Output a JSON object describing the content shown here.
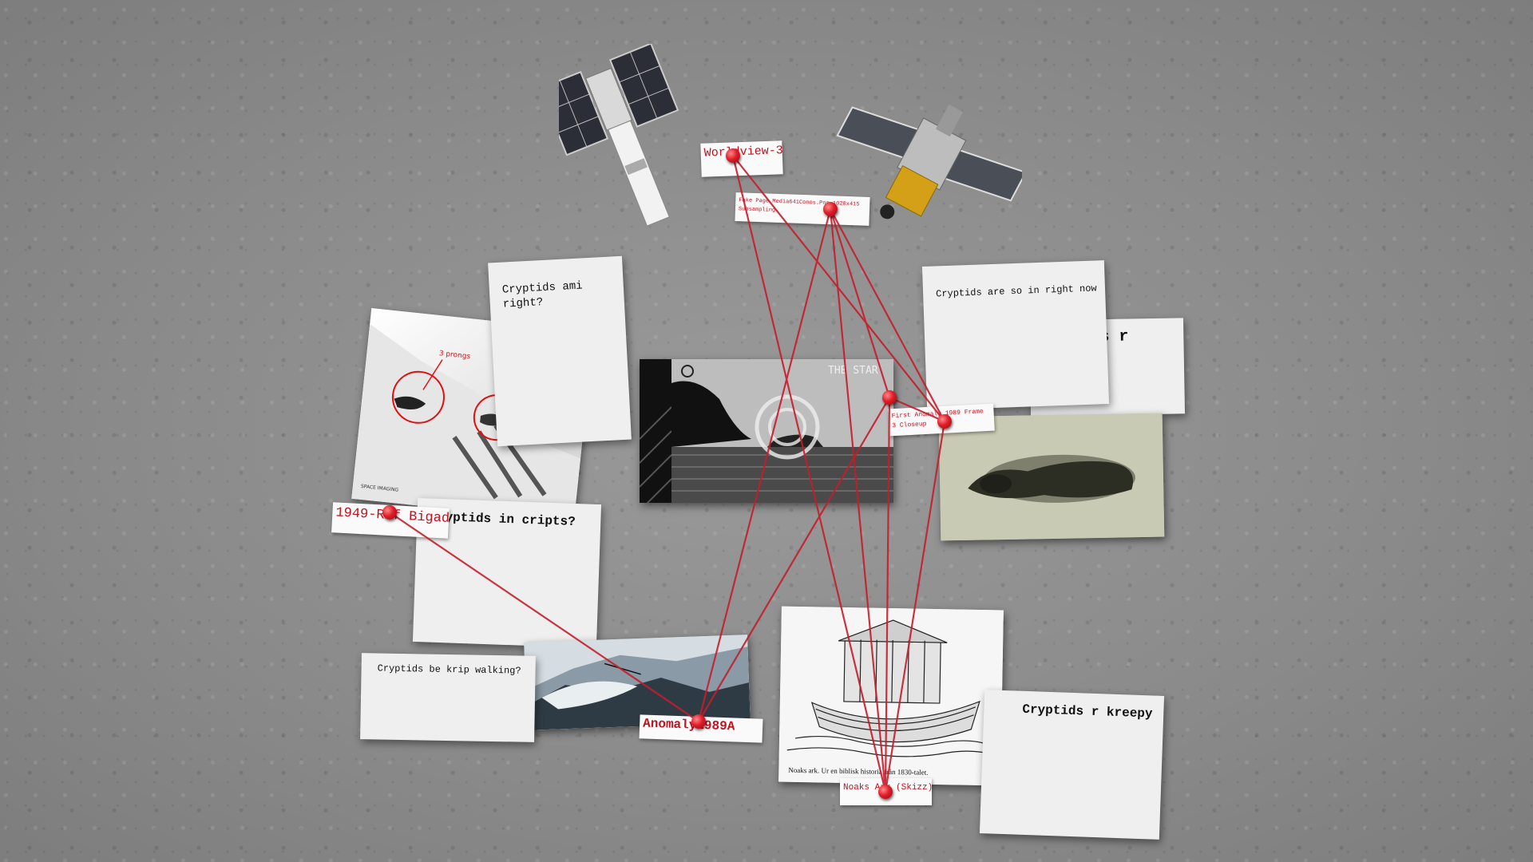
{
  "cards": {
    "c1": "Cryptids ami right?",
    "c2": "Cryptids are so in right now",
    "c3": "Cryptids r kool",
    "c4": "Cryptids in cripts?",
    "c5": "Cryptids be krip walking?",
    "c6": "Cryptids r kreepy"
  },
  "labels": {
    "worldview": "Worldview-3",
    "fake_page": "Fake Page Media641Conos.Png 1020x415 Subsampling",
    "anomaly_1949": "1949-Rif Bigad",
    "anomaly_1989": "Anomaly1989A",
    "noaks": "Noaks Ark (Skizz)",
    "first_anomaly": "First Anomaly 1989 Frame 3 Closeup"
  },
  "photos": {
    "ark_caption": "Noaks ark.  Ur en biblisk historia från 1830-talet.",
    "snow_annotation": "3 prongs",
    "snow_footer": "SPACE IMAGING",
    "sonar_title": "THE STAR"
  },
  "colors": {
    "string": "#c41e2b",
    "label_text": "#c1121f"
  }
}
